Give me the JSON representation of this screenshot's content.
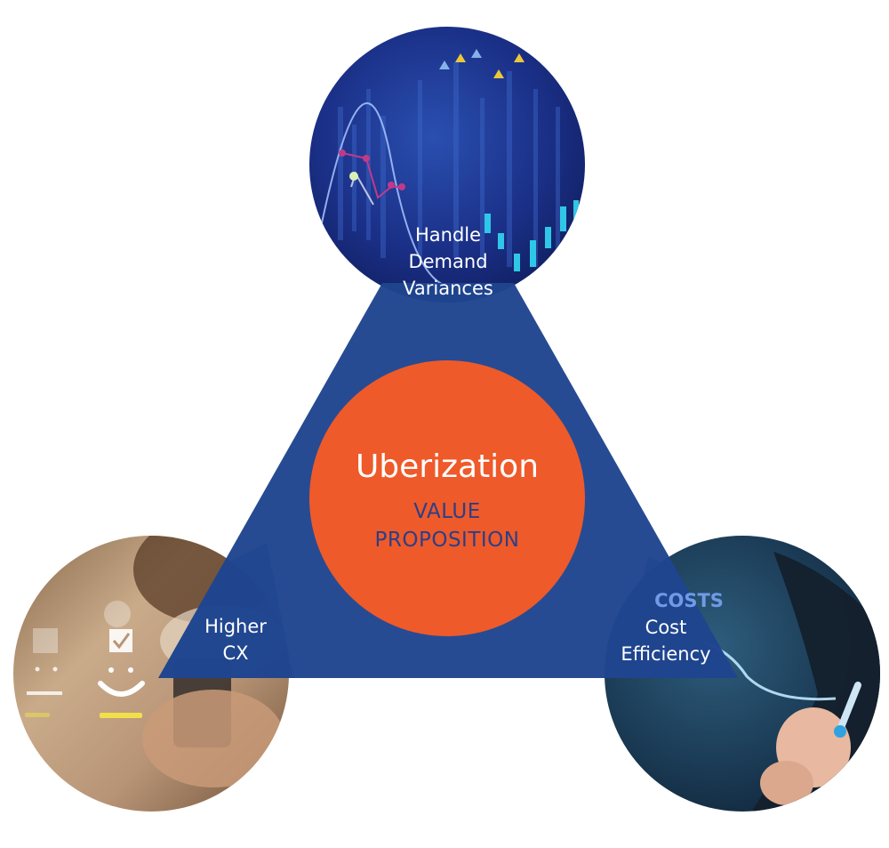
{
  "diagram": {
    "center": {
      "title": "Uberization",
      "subtitle_line1": "VALUE",
      "subtitle_line2": "PROPOSITION"
    },
    "nodes": {
      "top": {
        "line1": "Handle",
        "line2": "Demand",
        "line3": "Variances",
        "icon": "market-chart-photo"
      },
      "left": {
        "line1": "Higher",
        "line2": "CX",
        "icon": "smartphone-feedback-photo"
      },
      "right": {
        "line1": "Cost",
        "line2": "Efficiency",
        "photo_text": "COSTS",
        "icon": "hand-drawing-curve-photo"
      }
    },
    "colors": {
      "triangle": "#1f4590",
      "center_circle": "#ef5a2a",
      "subtitle_text": "#2c3f86",
      "label_text": "#ffffff"
    }
  }
}
